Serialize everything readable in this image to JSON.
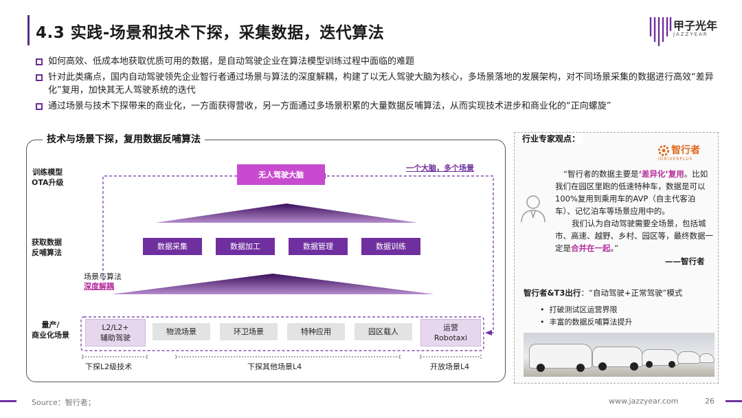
{
  "header": {
    "title": "4.3 实践-场景和技术下探，采集数据，迭代算法",
    "logo_cn": "甲子光年",
    "logo_en": "JAZZYEAR"
  },
  "bullets": [
    "如何高效、低成本地获取优质可用的数据，是自动驾驶企业在算法模型训练过程中面临的难题",
    "针对此类痛点，国内自动驾驶领先企业智行者通过场景与算法的深度解耦，构建了以无人驾驶大脑为核心，多场景落地的发展架构，对不同场景采集的数据进行高效“差异化”复用，加快其无人驾驶系统的迭代",
    "通过场景与技术下探带来的商业化，一方面获得营收，另一方面通过多场景积累的大量数据反哺算法，从而实现技术进步和商业化的“正向螺旋”"
  ],
  "diagram": {
    "title": "技术与场景下探，复用数据反哺算法",
    "row_labels": {
      "top": [
        "训练模型",
        "OTA升级"
      ],
      "mid": [
        "获取数据",
        "反哺算法"
      ],
      "bottom": [
        "量产/",
        "商业化场景"
      ]
    },
    "brain": "无人驾驶大脑",
    "one_brain_link": "一个大脑，多个场景",
    "data_steps": [
      "数据采集",
      "数据加工",
      "数据管理",
      "数据训练"
    ],
    "decouple": {
      "line1": "场景与算法",
      "line2": "深度解耦"
    },
    "scenarios": {
      "l2": [
        "L2/L2+",
        "辅助驾驶"
      ],
      "others": [
        "物流场景",
        "环卫场景",
        "特种应用",
        "园区载人"
      ],
      "robotaxi": [
        "运营",
        "Robotaxi"
      ]
    },
    "groups": [
      "下探L2级技术",
      "下探其他场景L4",
      "开放场景L4"
    ]
  },
  "expert": {
    "title": "行业专家观点：",
    "company_logo": "智行者",
    "company_logo_en": "IDRIVERPLUS",
    "quote_p1_a": "“智行者的数据主要是",
    "quote_p1_hl": "‘差异化’复用",
    "quote_p1_b": "。比如我们在园区里跑的低速特种车，数据是可以100%复用到乘用车的AVP（自主代客泊车）、记忆泊车等场景应用中的。",
    "quote_p2_a": "我们认为自动驾驶需要全场景，包括城市、高速、越野、乡村、园区等，最终数据一定是",
    "quote_p2_hl": "合并在一起",
    "quote_p2_b": "。”",
    "signature": "——智行者",
    "t3_heading_bold": "智行者&T3出行",
    "t3_heading_rest": "：“自动驾驶+正常驾驶”模式",
    "t3_items": [
      "打破测试区运营界限",
      "丰富的数据反哺算法提升"
    ]
  },
  "footer": {
    "source": "Source：智行者；",
    "url": "www.jazzyear.com",
    "page": "26"
  },
  "colors": {
    "brand_purple": "#6f2f9f",
    "brain_pink": "#c84bcf",
    "highlight": "#b62d9c"
  }
}
